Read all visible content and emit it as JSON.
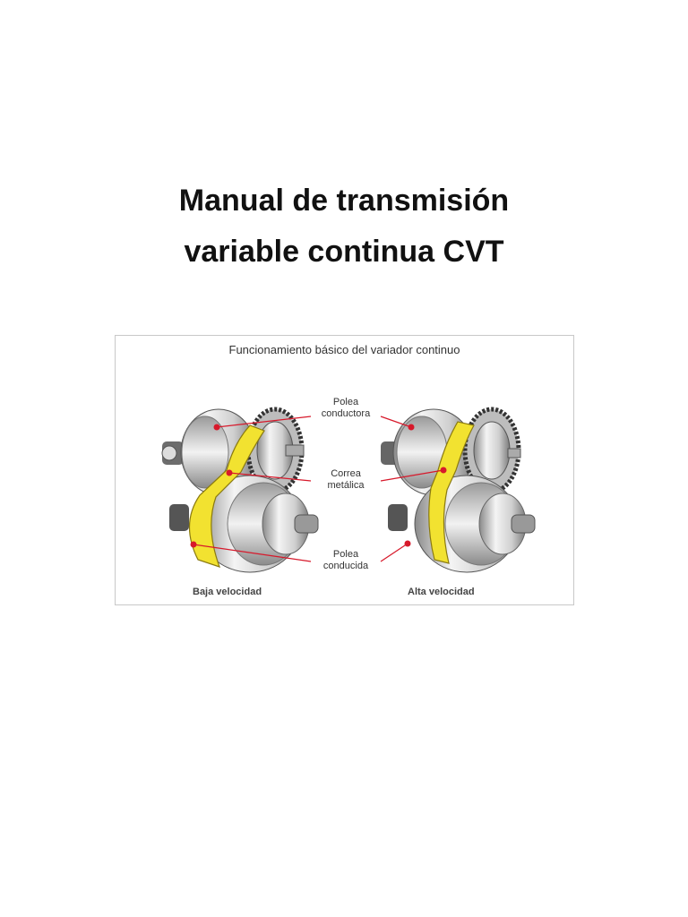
{
  "title": {
    "line1": "Manual de transmisión",
    "line2": "variable continua CVT"
  },
  "figure": {
    "caption": "Funcionamiento básico del variador continuo",
    "labels": {
      "drive_pulley": [
        "Polea",
        "conductora"
      ],
      "belt": [
        "Correa",
        "metálica"
      ],
      "driven_pulley": [
        "Polea",
        "conducida"
      ]
    },
    "low_speed": "Baja velocidad",
    "high_speed": "Alta velocidad"
  },
  "colors": {
    "belt": "#f2e230",
    "callout_marker": "#d7192b",
    "metal": "#e4e4e4"
  }
}
